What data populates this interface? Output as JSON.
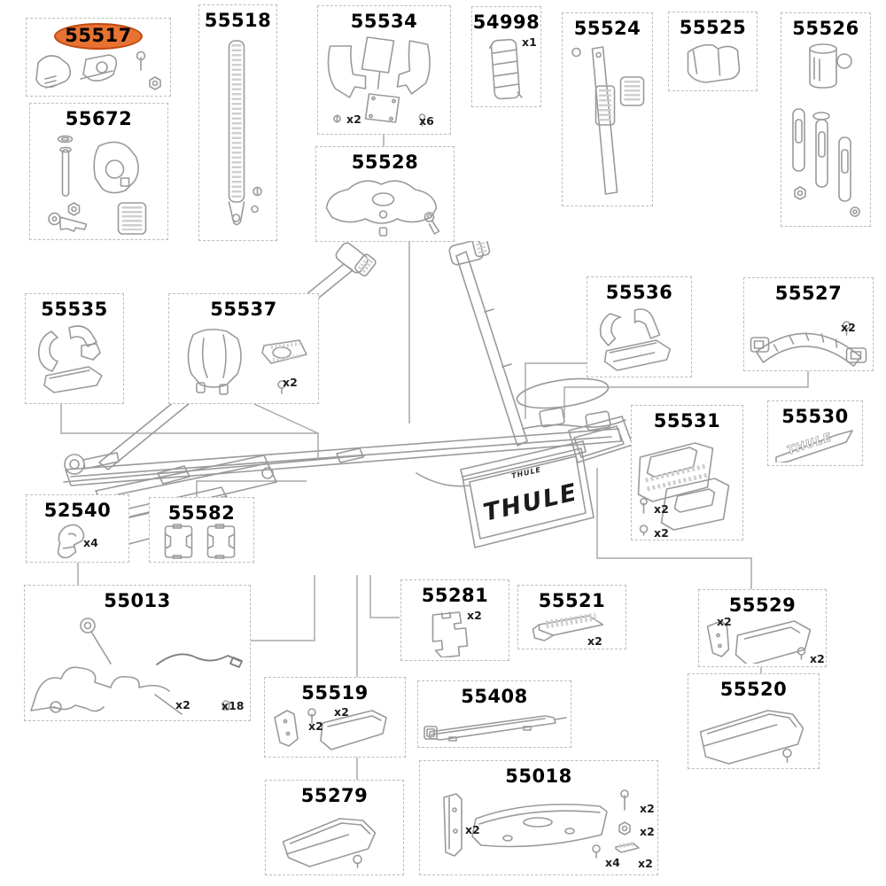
{
  "diagram": {
    "type": "exploded-parts-diagram",
    "brand": "THULE",
    "colors": {
      "highlight_fill": "#e87232",
      "highlight_border": "#c04a10",
      "line_art": "#9a9a9a",
      "box_border": "#bcbcbc",
      "label_text": "#000000"
    },
    "highlighted_part": "55517",
    "central_assembly": {
      "brand_plate_text": "THULE",
      "brand_small_text": "THULE"
    },
    "boxes": [
      {
        "id": "55517",
        "label": "55517",
        "highlighted": true,
        "annotations": []
      },
      {
        "id": "55518",
        "label": "55518",
        "annotations": []
      },
      {
        "id": "55534",
        "label": "55534",
        "annotations": [
          "x2",
          "x6"
        ]
      },
      {
        "id": "54998",
        "label": "54998",
        "annotations": [
          "x1"
        ]
      },
      {
        "id": "55524",
        "label": "55524",
        "annotations": []
      },
      {
        "id": "55525",
        "label": "55525",
        "annotations": []
      },
      {
        "id": "55526",
        "label": "55526",
        "annotations": []
      },
      {
        "id": "55672",
        "label": "55672",
        "annotations": []
      },
      {
        "id": "55528",
        "label": "55528",
        "annotations": []
      },
      {
        "id": "55535",
        "label": "55535",
        "annotations": []
      },
      {
        "id": "55537",
        "label": "55537",
        "annotations": [
          "x2"
        ]
      },
      {
        "id": "55536",
        "label": "55536",
        "annotations": []
      },
      {
        "id": "55527",
        "label": "55527",
        "annotations": [
          "x2"
        ]
      },
      {
        "id": "55530",
        "label": "55530",
        "logo_text": "THULE",
        "annotations": []
      },
      {
        "id": "55531",
        "label": "55531",
        "annotations": [
          "x2",
          "x2"
        ]
      },
      {
        "id": "52540",
        "label": "52540",
        "annotations": [
          "x4"
        ]
      },
      {
        "id": "55582",
        "label": "55582",
        "annotations": []
      },
      {
        "id": "55013",
        "label": "55013",
        "annotations": [
          "x2",
          "x18"
        ]
      },
      {
        "id": "55281",
        "label": "55281",
        "annotations": [
          "x2"
        ]
      },
      {
        "id": "55521",
        "label": "55521",
        "annotations": [
          "x2"
        ]
      },
      {
        "id": "55529",
        "label": "55529",
        "annotations": [
          "x2",
          "x2"
        ]
      },
      {
        "id": "55520",
        "label": "55520",
        "annotations": []
      },
      {
        "id": "55519",
        "label": "55519",
        "annotations": [
          "x2",
          "x2"
        ]
      },
      {
        "id": "55408",
        "label": "55408",
        "annotations": []
      },
      {
        "id": "55279",
        "label": "55279",
        "annotations": []
      },
      {
        "id": "55018",
        "label": "55018",
        "annotations": [
          "x2",
          "x2",
          "x2",
          "x4",
          "x2"
        ]
      }
    ]
  }
}
